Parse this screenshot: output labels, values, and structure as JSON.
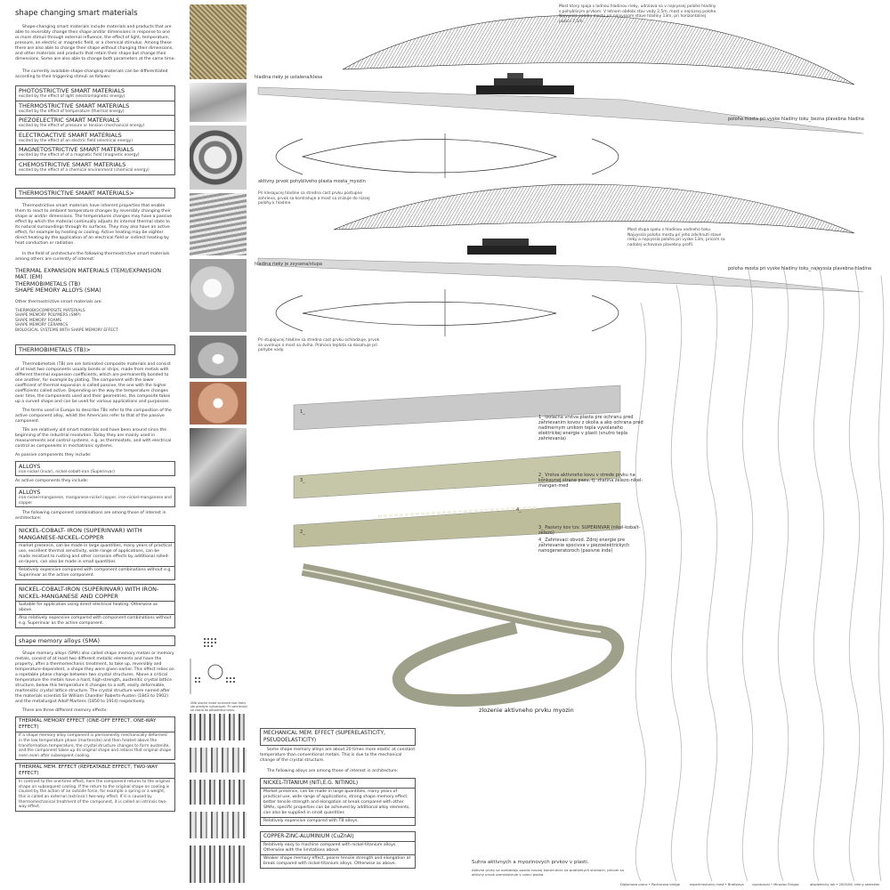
{
  "left": {
    "title": "shape changing smart materials",
    "intro": "Shape-changing smart materials include materials and products that are able to reversibly change their shape and/or dimensions in response to one or more stimuli through external influence, the effect of light, temperature, pressure, an electric or magnetic field, or a chemical stimulus. Among these there are also able to change their shape without changing their dimensions, and other materials and products that retain their shape but change their dimensions. Some are also able to change both parameters at the same time.",
    "intro2": "The currently available shape-changing materials can be differentiated according to their triggering stimuli as follows:",
    "categories": [
      {
        "name": "PHOTOSTRICTIVE SMART MATERIALS",
        "desc": "excited by the effect of light (electromagnetic energy)"
      },
      {
        "name": "THERMOSTRICTIVE SMART MATERIALS",
        "desc": "excited by the effect of temperature (thermal energy)"
      },
      {
        "name": "PIEZOELECTRIC SMART MATERIALS",
        "desc": "excited by the effect of pressure or tension (mechanical energy)"
      },
      {
        "name": "ELECTROACTIVE SMART MATERIALS",
        "desc": "excited by the effect of an electric field (electrical energy)"
      },
      {
        "name": "MAGNETOSTRICTIVE SMART MATERIALS",
        "desc": "excited by the effect of of a magnetic field (magnetic energy)"
      },
      {
        "name": "CHEMOSTRICTIVE SMART MATERIALS",
        "desc": "excited by the effect of a chemical environment (chemical energy)"
      }
    ],
    "thermo_header": "THERMOSTRICTIVE SMART MATERIALS>",
    "thermo_text": "Thermostrictive smart materials have inherent properties that enable them to react to ambient temperature changes by reversibly changing their shape or and/or dimensions. The temperatures changes may have a passive effect by which the material continually adjusts its internal thermal state to its natural surroundings through its surfaces. They may also have an active effect, for example by heating or cooling. Active heating may be eighter direct heating by the application of an electrical field or indirect heating by heat conduction or radiation.",
    "thermo_text2": "In the field of architecture the following thermostrictive smart materials among others are currently of interest:",
    "thermo_list": "THERMAL EXPANSION MATERIALS (TEM)/EXPANSION MAT. (EM)\nTHERMOBIMETALS (TB)\nSHAPE MEMORY ALLOYS (SMA)",
    "other_label": "Other thermostrictive smart materials are:",
    "other_list": "THERMOBIOCOMPOSITE MATERIALS\nSHAPE MEMORY POLYMERS (SMP)\nSHAPE MEMORY FOAMS\nSHAPE MEMORY CERAMICS\nBIOLOGICAL SYSTEMS WITH SHAPE MEMORY EFFECT",
    "tb_header": "THERMOBIMETALS (TB)>",
    "tb_text": "Thermobimetals (TB) are are laminated composite materials and consist of at least two components usually bonds or strips, made from metals with different thermal expansion coefficients, which are permanently bonded to one another, for example by plating. The component with the lower coefficient of thermal expansion is called passive, the one with the higher coefficients called active. Depending on the way the temperature changes over time, the components used and their geometries, the composite takes up a curved shape and can be used for various applications and purposses.",
    "tb_text2": "The terms used in Europe to describe TBs refer to the composition of the active component alloy, whilst the Americans refer to that of the passive component.",
    "tb_text3": "TBs are relatively old smart materials and have been around since the beginning of the industrial revolution. Today they are mainly used in measurements and control systems, e.g. as thermostats, and with electrical control as components in mechatronic systems.",
    "passive_label": "As passive components they include:",
    "alloys1_title": "ALLOYS",
    "alloys1_text": "iron-nickel (invar), nickel-cobalt-iron (Superinvar)",
    "active_label": "As active components they include:",
    "alloys2_title": "ALLOYS",
    "alloys2_text": "iron-nickel-manganese, manganese-nickel copper, iron-nickel-manganese and copper",
    "combo_label": "The following component combinations are among those of interest in architecture:",
    "nc1_title": "NICKEL-COBALT- IRON (SUPERINVAR) WITH MANGANESE-NICKEL-COPPER",
    "nc1_plus": "market presence, can be made in large quantities, many years of practical use, excellent thermal sensitivity, wide range of applications, can be made resistant to rusting and other corrosion effects by additional rolled-on-layers, can also be made in small quantities",
    "nc1_minus": "Relatively expensive compared with component combinations without e.g. Superinvar as the active component.",
    "nc2_title": "NICKEL-COBALT-IRON (SUPERINVAR) WITH IRON-NICKEL-MANGANESE AND COPPER",
    "nc2_plus": "Suitable for application using direct electrical heating. Otherwise as above.",
    "nc2_minus": "Also relatively expensive compared with component combinations without e.g. Superinvar as the active component.",
    "sma_header": "shape memory alloys (SMA)",
    "sma_text": "Shape memory alloys (SMA) also called shape memory metals or memory metals, consist of at least two different metallic elements and have the property, after a thermomechanic treatment, to take up, reversibly and temperature-dependent, a shape they were given earlier. This effect relies on a repetable phase change between two crystal structures. Above a critical temperature the metals have a hard, high-strength, austenitic crystal lattice structure, below this temperature it changes to a soft, easily deformable, martensitic crystal lattice structure. The crystal structure were named after the materials scientist Sir William Chandler Roberts-Austen (1843 to 1902) and the metallurgist Adolf Martens (1850 to 1914) respectively.",
    "sma_three": "There are three different memory effects:",
    "tme1_title": "THERMAL MEMORY EFFECT (ONE-OFF EFFECT, ONE-WAY EFFECT)",
    "tme1_text": "If a shape memory alloy component is permanently mechanically deformed in the low temperature phase (martensite) and then heated above the transformation temperature, the crystal structure changes to form austenite, and the component takes up its original shape and retains that original shape even even after subsequent cooling.",
    "tme2_title": "THERMAL MEM. EFFECT (REPEATABLE EFFECT, TWO-WAY EFFECT)",
    "tme2_text": "In contrast to the one-time effect, here the component returns to the original shape on subsequent cooling. If the return to the original shape on cooling is caused by the action of an outside force, for example a spring or a weight, this is called an external (extrinsic) two-way effect. If it is caused by thermomechanical treatment of the component, it is called an intrinsic two-way effect."
  },
  "middle": {
    "mme_title": "MECHANICAL MEM. EFFECT (SUPERELASTICITY, PSEUDOELASTICITY)",
    "mme_text": "Some shape memory alloys are about 20 times more elastic at constant temperature than conventional metals. This is due to the mechanical change of the crystal structure.",
    "mme_alloys": "The following alloys are among those of interest in architecture:",
    "niti_title": "NICKEL-TITANIUM (NiTi,E.G. NITINOL)",
    "niti_plus": "Market presence, can be made in large quantities, many years of practical use, wide range of applications, strong shape memory effect, better tensile strength and elongation at break compared with other SMAs, specific properties can be achieved by additional alloy elements, can also be supplied in small quantities",
    "niti_minus": "Relatively expensive compared with TB alloys.",
    "cza_title": "COPPER-ZINC-ALUMINIUM (CuZnAl)",
    "cza_plus": "Relatively easy to machine compared with nickel-titanium alloys. Otherwise with the limitations above",
    "cza_minus": "Weaker shape memory effect, poorer tensile strength and elongation at break compared with nickel-titanium alloys. Otherwise as above.",
    "dots_caption": "SMA ploche moze vnutorne tvar ktory ste predtym vytvarovali. Pri zahrievani sa vracia do pôvodneho tvaru."
  },
  "right": {
    "top_note": "Most ktory spaja s lodnou hladinou rieky, udrziava sa v najvyssej polohe hladiny s pohyblivým prvkom. V letnom obdobi stav vody 2,5m, most v nejnizsej polohe. Najvyssia poloha mostu pri najvyssom stave hladiny 13m, pri horizontalnej pozicii 7,5m.",
    "label_water_low": "hladina rieky je ustalena/klesa",
    "label_water_high": "hladina rieky je zvysena/stupa",
    "label_bridge_normal": "poloha mosta pri vyske hladiny toku_bezna plavebna hladina",
    "label_bridge_high": "poloha mosta pri vyske hladiny toku_najvyssia plavebna hladina",
    "label_active": "aktivny prvok pohybliveho plasta mosta_myozin",
    "note_mid1": "Pri klesajucej hladine sa stredna cast prvku postupne zohrieva, prvok sa kontrahuje a most sa znizuje do nizsej polohy k hladine.",
    "note_mid2": "Most stupa spolu s hladinou vodneho toku. Najvyssia poloha mostu pri jeho zdvihnuti stave rieky a najvyssia poloha pri vyske 13m, pricom sa nadalej uchovava plavebny profil.",
    "note_low": "Pri stupajucej hladine sa stredna cast prvku ochladzuje, prvok sa uvolnuje a most sa dviha. Prahova teplota sa dosahuje pri pohybe vody.",
    "layer1": "1_ izolacna vrstva plasta pre ochranu pred zahrievanim kovov z okolia a ako ochrana pred nadmernym unikom tepla vyvolaneho elektrickej energie v plasti (vnutro tepla zahrievania)",
    "layer2": "2_ Vrstva aktivneho kovu v strede prvku na konkavnej strane pasu, tj. zliatina zelezo-nikel-mangan-med",
    "layer3": "3_ Pasivny kov tzv. SUPERINVAR (nikel-kobalt-zelezo)",
    "layer4": "4_ Zahrievaci obvod. Zdroj energie pre zahrievanie spocivva v piezoelektrickych nanogeneratoroch (pasivne inde)",
    "tag1": "1_",
    "tag2": "2_",
    "tag3": "3_",
    "tag4": "4_",
    "caption_myozin": "zlozenie aktivneho prvku  myozin",
    "caption_array": "Suhra aktivnych a myozinovych prvkov v plasti.",
    "array_note": "Aktivne prvky sa rozkladaju pozdlz nosnej konstrukcie na protilahlych stranach, pricom sa aktivny prvok premiestnuje v ramci plasta.",
    "footer": [
      "Diplomova praca • Pocitacova bridge",
      "experimentalny most • Bratislava",
      "vypracoval • Miroslav Strigac",
      "akademicky rok • 2005/06, zimny semester"
    ]
  },
  "icons": {
    "photos": [
      "mesh-photo-icon",
      "strip-photo-icon",
      "spring-photo-icon",
      "coil-photo-icon",
      "disc-photo-icon",
      "washer-photo-icon",
      "copper-disc-photo-icon",
      "clamp-photo-icon"
    ],
    "springs": [
      "spring-row-1-icon",
      "spring-row-2-icon",
      "spring-row-3-icon",
      "spring-row-4-icon",
      "spring-row-5-icon"
    ]
  }
}
